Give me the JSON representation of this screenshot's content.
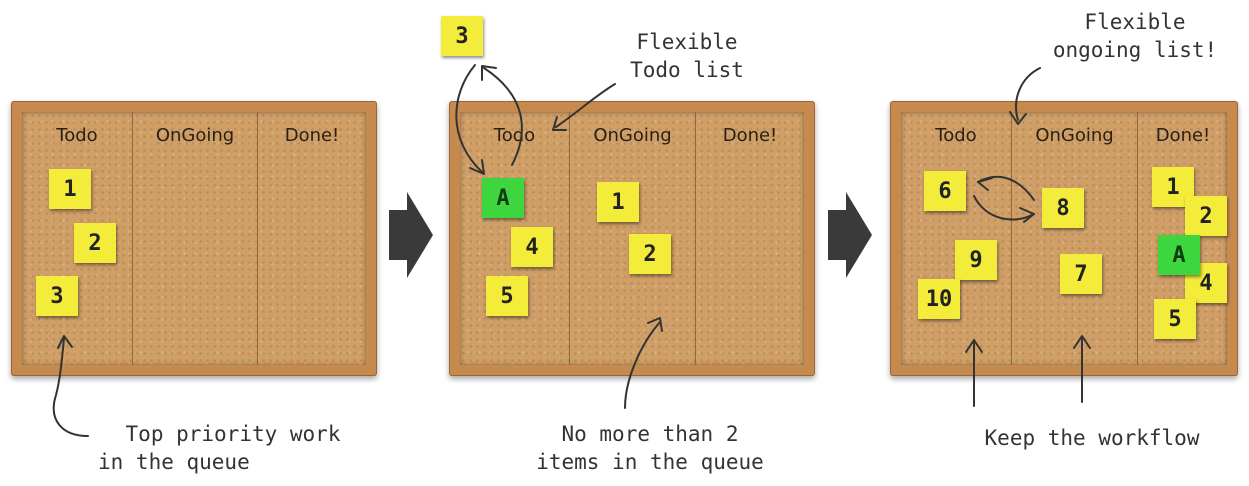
{
  "columns": [
    "Todo",
    "OnGoing",
    "Done!"
  ],
  "boards": [
    {
      "todo": [
        "1",
        "2",
        "3"
      ],
      "ongoing": [],
      "done": []
    },
    {
      "todo": [
        "A",
        "4",
        "5"
      ],
      "floating": [
        "3"
      ],
      "ongoing": [
        "1",
        "2"
      ],
      "done": []
    },
    {
      "todo": [
        "6",
        "9",
        "10"
      ],
      "ongoing": [
        "8",
        "7"
      ],
      "done": [
        "1",
        "2",
        "A",
        "4",
        "5"
      ]
    }
  ],
  "annotations": {
    "board1_bottom": [
      "Top priority work",
      "in the queue"
    ],
    "board2_top": [
      "Flexible",
      "Todo list"
    ],
    "board2_bottom": [
      "No more than 2",
      "items in the queue"
    ],
    "board3_top": [
      "Flexible",
      "ongoing list!"
    ],
    "board3_bottom": "Keep the workflow"
  },
  "colors": {
    "sticky": "#f4ec3a",
    "sticky_priority": "#3ed63e",
    "cork": "#cf9f67",
    "frame": "#c68a4e"
  }
}
